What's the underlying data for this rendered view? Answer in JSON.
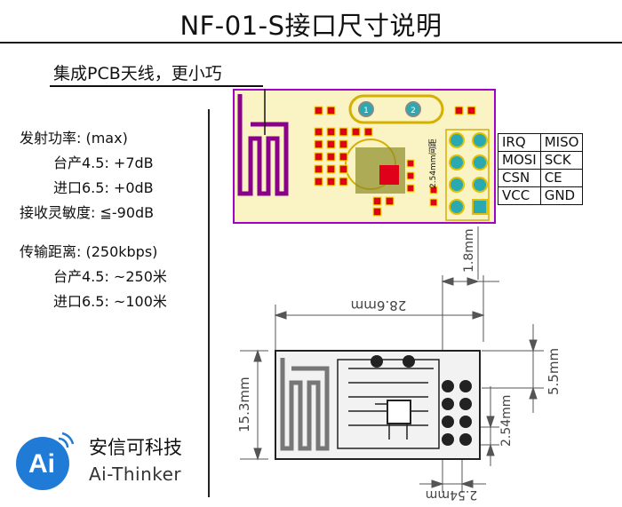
{
  "title": "NF-01-S接口尺寸说明",
  "subtitle": "集成PCB天线，更小巧",
  "specs": {
    "power_label": "发射功率: (max)",
    "power_tw": "台产4.5: +7dB",
    "power_imp": "进口6.5: +0dB",
    "sensitivity": "接收灵敏度: ≦-90dB",
    "distance_label": "传输距离: (250kbps)",
    "distance_tw": "台产4.5: ~250米",
    "distance_imp": "进口6.5: ~100米"
  },
  "pcb_top": {
    "pitch_label": "2.54mm间距",
    "pin_labels": [
      "1",
      "2"
    ]
  },
  "pins": [
    [
      "IRQ",
      "MISO"
    ],
    [
      "MOSI",
      "SCK"
    ],
    [
      "CSN",
      "CE"
    ],
    [
      "VCC",
      "GND"
    ]
  ],
  "dimensions": {
    "length": "28.6mm",
    "width": "15.3mm",
    "edge_offset": "1.8mm",
    "header_offset": "5.5mm",
    "pitch_vertical": "2.54mm",
    "pitch_horizontal": "2.54mm"
  },
  "brand": {
    "logo_text": "Ai",
    "name_cn": "安信可科技",
    "name_en": "Ai-Thinker"
  },
  "colors": {
    "board_bg": "#faf3c4",
    "board_border": "#a000c8",
    "antenna": "#8b008b",
    "pad_red": "#e0001a",
    "pad_yellow": "#f0f000",
    "pin_cyan": "#2aa9b0",
    "logo_blue": "#1f7bd6"
  }
}
